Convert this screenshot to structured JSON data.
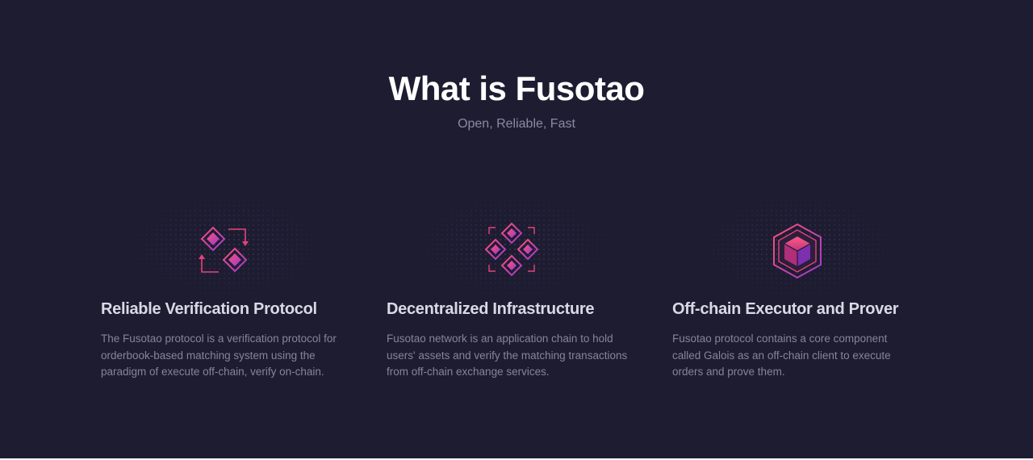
{
  "header": {
    "title": "What is Fusotao",
    "subtitle": "Open, Reliable, Fast"
  },
  "features": [
    {
      "icon": "swap-diamonds-icon",
      "title": "Reliable Verification Protocol",
      "description": "The Fusotao protocol is a verification protocol for orderbook-based matching system using the paradigm of execute off-chain, verify on-chain."
    },
    {
      "icon": "diamond-cluster-icon",
      "title": "Decentralized Infrastructure",
      "description": "Fusotao network is an application chain to hold users' assets and verify the matching transactions from off-chain exchange services."
    },
    {
      "icon": "hexagon-cube-icon",
      "title": "Off-chain Executor and Prover",
      "description": "Fusotao protocol contains a core component called Galois as an off-chain client to execute orders and prove them."
    }
  ],
  "colors": {
    "background": "#1e1c31",
    "accent_pink": "#e8417a",
    "accent_purple": "#9b3ad0"
  }
}
